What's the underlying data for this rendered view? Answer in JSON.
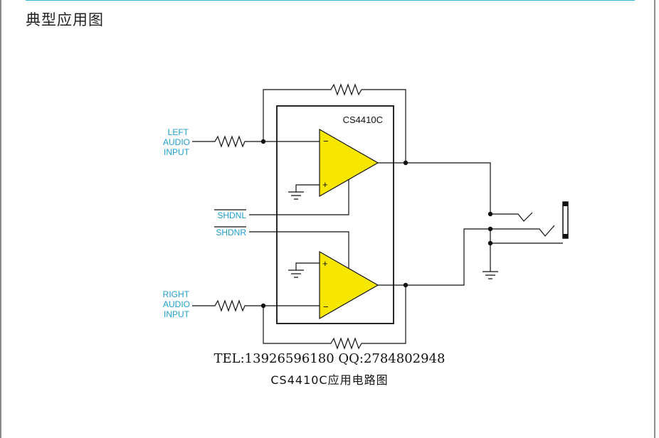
{
  "page": {
    "section_title": "典型应用图"
  },
  "diagram": {
    "chip_label": "CS4410C",
    "left_input": [
      "LEFT",
      "AUDIO",
      "INPUT"
    ],
    "right_input": [
      "RIGHT",
      "AUDIO",
      "INPUT"
    ],
    "shdnl": "SHDNL",
    "shdnr": "SHDNR",
    "minus_sign": "−",
    "plus_sign": "+",
    "colors": {
      "wire": "#111111",
      "opamp_fill": "#f7e600",
      "label_blue": "#1f9fd0"
    }
  },
  "caption": {
    "contact": "TEL:13926596180 QQ:2784802948",
    "title": "CS4410C应用电路图"
  }
}
